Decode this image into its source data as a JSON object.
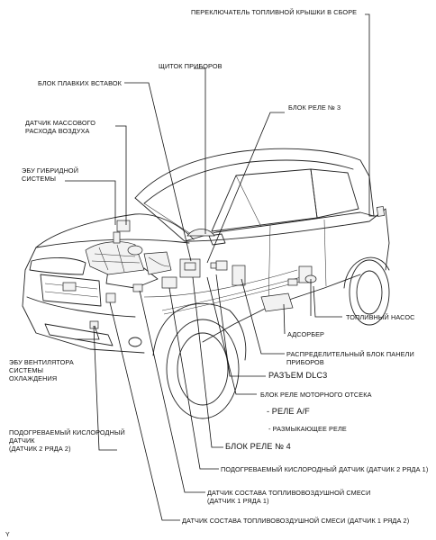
{
  "labels": {
    "fuel_lid_switch": "ПЕРЕКЛЮЧАТЕЛЬ ТОПЛИВНОЙ КРЫШКИ В СБОРЕ",
    "combination_meter": "ЩИТОК ПРИБОРОВ",
    "fuse_block": "БЛОК ПЛАВКИХ ВСТАВОК",
    "relay_block_3": "БЛОК РЕЛЕ № 3",
    "mass_air_flow": [
      "ДАТЧИК МАССОВОГО",
      "РАСХОДА ВОЗДУХА"
    ],
    "hybrid_ecu": [
      "ЭБУ ГИБРИДНОЙ",
      "СИСТЕМЫ"
    ],
    "fuel_pump": "ТОПЛИВНЫЙ НАСОС",
    "canister": "АДСОРБЕР",
    "instrument_panel_junction": [
      "РАСПРЕДЕЛИТЕЛЬНЫЙ БЛОК ПАНЕЛИ",
      "ПРИБОРОВ"
    ],
    "fan_ecu": [
      "ЭБУ ВЕНТИЛЯТОРА",
      "СИСТЕМЫ",
      "ОХЛАЖДЕНИЯ"
    ],
    "dlc3": "РАЗЪЕМ DLC3",
    "engine_room_relay": "БЛОК РЕЛЕ МОТОРНОГО ОТСЕКА",
    "af_relay": "- РЕЛЕ A/F",
    "cut_relay": "- РАЗМЫКАЮЩЕЕ РЕЛЕ",
    "heated_o2_b2": [
      "ПОДОГРЕВАЕМЫЙ КИСЛОРОДНЫЙ",
      "ДАТЧИК",
      "(ДАТЧИК 2 РЯДА 2)"
    ],
    "relay_block_4": "БЛОК РЕЛЕ № 4",
    "heated_o2_b1": "ПОДОГРЕВАЕМЫЙ КИСЛОРОДНЫЙ ДАТЧИК (ДАТЧИК 2 РЯДА 1)",
    "af_sensor_b1": [
      "ДАТЧИК СОСТАВА ТОПЛИВОВОЗДУШНОЙ СМЕСИ",
      "(ДАТЧИК 1 РЯДА 1)"
    ],
    "af_sensor_b2": "ДАТЧИК СОСТАВА ТОПЛИВОВОЗДУШНОЙ СМЕСИ (ДАТЧИК 1 РЯДА 2)",
    "figure_mark": "Y"
  }
}
